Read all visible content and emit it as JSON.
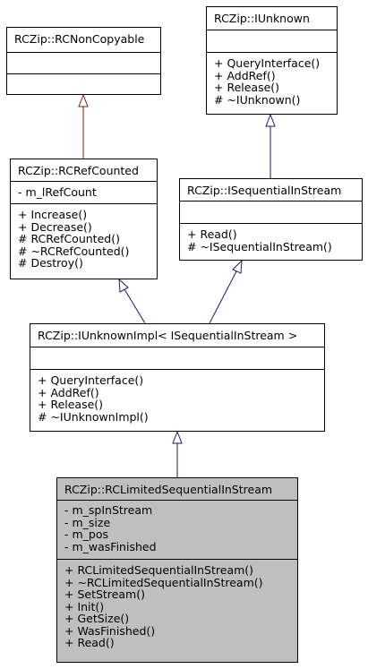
{
  "classes": {
    "noncopyable": {
      "name": "RCZip::RCNonCopyable",
      "attributes": [],
      "methods": []
    },
    "iunknown": {
      "name": "RCZip::IUnknown",
      "attributes": [],
      "methods": [
        "+ QueryInterface()",
        "+ AddRef()",
        "+ Release()",
        "# ~IUnknown()"
      ]
    },
    "refcounted": {
      "name": "RCZip::RCRefCounted",
      "attributes": [
        "- m_lRefCount"
      ],
      "methods": [
        "+ Increase()",
        "+ Decrease()",
        "# RCRefCounted()",
        "# ~RCRefCounted()",
        "# Destroy()"
      ]
    },
    "seqinstream": {
      "name": "RCZip::ISequentialInStream",
      "attributes": [],
      "methods": [
        "+ Read()",
        "# ~ISequentialInStream()"
      ]
    },
    "unknownimpl": {
      "name": "RCZip::IUnknownImpl< ISequentialInStream >",
      "attributes": [],
      "methods": [
        "+ QueryInterface()",
        "+ AddRef()",
        "+ Release()",
        "# ~IUnknownImpl()"
      ]
    },
    "limited": {
      "name": "RCZip::RCLimitedSequentialInStream",
      "attributes": [
        "- m_spInStream",
        "- m_size",
        "- m_pos",
        "- m_wasFinished"
      ],
      "methods": [
        "+ RCLimitedSequentialInStream()",
        "+ ~RCLimitedSequentialInStream()",
        "+ SetStream()",
        "+ Init()",
        "+ GetSize()",
        "+ WasFinished()",
        "+ Read()"
      ]
    }
  },
  "colors": {
    "focus_fill": "#bfbfbf",
    "box_fill": "#ffffff",
    "edge_refcounted": "#8b1a1a",
    "edge_default": "#191970"
  }
}
